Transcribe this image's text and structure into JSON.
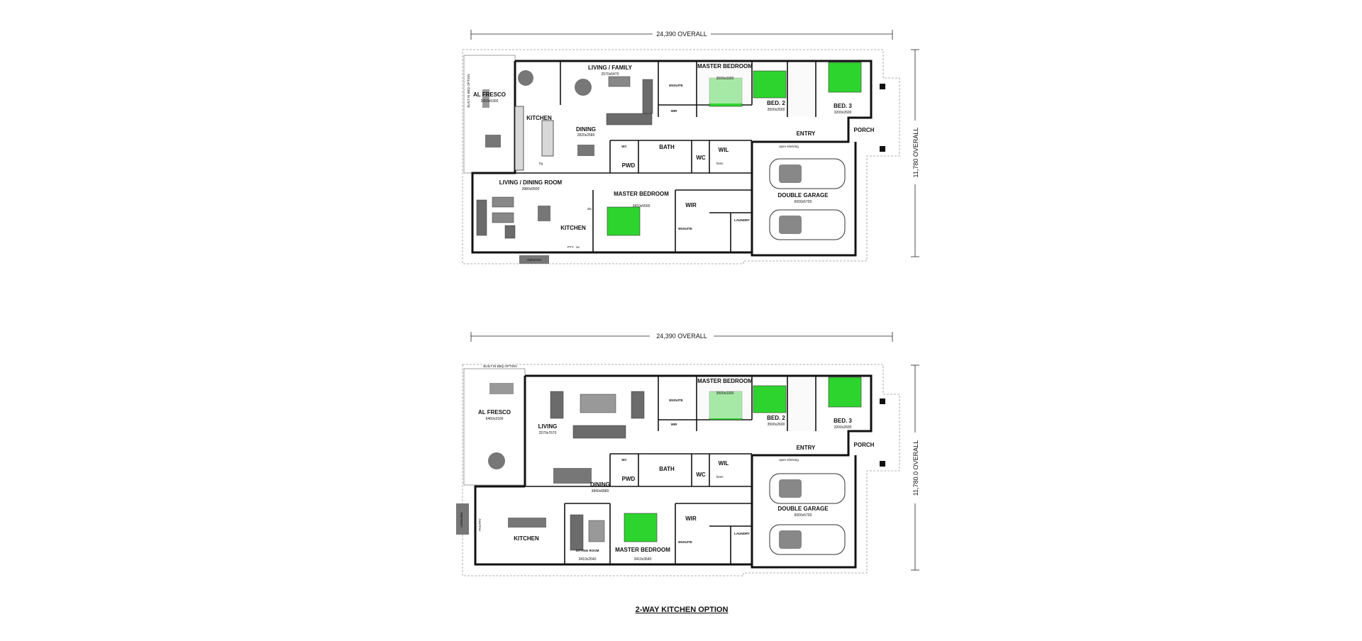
{
  "plans": [
    {
      "overall_width": "24,390 OVERALL",
      "overall_depth": "11,780 OVERALL",
      "rooms": {
        "alfresco": {
          "name": "AL FRESCO",
          "dim": "2650x5300"
        },
        "living_family": {
          "name": "LIVING / FAMILY",
          "dim": "2570x5470"
        },
        "kitchen_a": {
          "name": "KITCHEN"
        },
        "dining": {
          "name": "DINING",
          "dim": "2820x2580"
        },
        "ensuite_a": {
          "name": "ENSUITE"
        },
        "wir_a": {
          "name": "WIR"
        },
        "master_a": {
          "name": "MASTER BEDROOM",
          "dim": "3500x3300"
        },
        "bed2": {
          "name": "BED. 2",
          "dim": "3500x2600"
        },
        "bed3": {
          "name": "BED. 3",
          "dim": "3200x2600"
        },
        "entry": {
          "name": "ENTRY"
        },
        "porch": {
          "name": "PORCH"
        },
        "wc1": {
          "name": "WC"
        },
        "pwd": {
          "name": "PWD"
        },
        "bath": {
          "name": "BATH"
        },
        "wc2": {
          "name": "WC"
        },
        "wil": {
          "name": "WIL"
        },
        "living_dining": {
          "name": "LIVING / DINING ROOM",
          "dim": "3980x5500"
        },
        "kitchen_b": {
          "name": "KITCHEN"
        },
        "master_b": {
          "name": "MASTER BEDROOM",
          "dim": "3410x5500"
        },
        "wir_b": {
          "name": "WIR"
        },
        "ensuite_b": {
          "name": "ENSUITE"
        },
        "laundry": {
          "name": "LAUNDRY"
        },
        "garage": {
          "name": "DOUBLE GARAGE",
          "dim": "6000x5700"
        }
      },
      "notes": {
        "bbq": "BUILT IN BBQ OPTION",
        "clothesline": "clothesline",
        "open_shelving": "open shelving",
        "pty": "PTY",
        "linen": "linen",
        "rw": "rw",
        "dw": "dw",
        "frg": "frg"
      }
    },
    {
      "overall_width": "24,390 OVERALL",
      "overall_depth": "11,780.0 OVERALL",
      "rooms": {
        "alfresco": {
          "name": "AL FRESCO",
          "dim": "6460x3100"
        },
        "living": {
          "name": "LIVING",
          "dim": "2570x7670"
        },
        "dining": {
          "name": "DINING",
          "dim": "3840x6880"
        },
        "ensuite_a": {
          "name": "ENSUITE"
        },
        "wir_a": {
          "name": "WIR"
        },
        "master_a": {
          "name": "MASTER BEDROOM",
          "dim": "3500x3300"
        },
        "bed2": {
          "name": "BED. 2",
          "dim": "3500x2600"
        },
        "bed3": {
          "name": "BED. 3",
          "dim": "3200x2600"
        },
        "entry": {
          "name": "ENTRY"
        },
        "porch": {
          "name": "PORCH"
        },
        "wc1": {
          "name": "WC"
        },
        "pwd": {
          "name": "PWD"
        },
        "bath": {
          "name": "BATH"
        },
        "wc2": {
          "name": "WC"
        },
        "wil": {
          "name": "WIL"
        },
        "kitchen": {
          "name": "KITCHEN"
        },
        "sitting": {
          "name": "SITTING ROOM",
          "dim": "3410x2540"
        },
        "master_b": {
          "name": "MASTER BEDROOM",
          "dim": "3410x3640"
        },
        "wir_b": {
          "name": "WIR"
        },
        "ensuite_b": {
          "name": "ENSUITE"
        },
        "laundry": {
          "name": "LAUNDRY"
        },
        "garage": {
          "name": "DOUBLE GARAGE",
          "dim": "6000x5700"
        }
      },
      "notes": {
        "bbq": "BUILT IN BBQ OPTION",
        "pantry": "PANTRY",
        "clothesline": "clothesline",
        "open_shelving": "open shelving",
        "linen": "linen"
      }
    }
  ],
  "caption": "2-WAY KITCHEN OPTION",
  "colors": {
    "bed_fill": "#2ed42e",
    "wall": "#111111",
    "furniture": "#6b6b6b",
    "outline": "#888888"
  }
}
